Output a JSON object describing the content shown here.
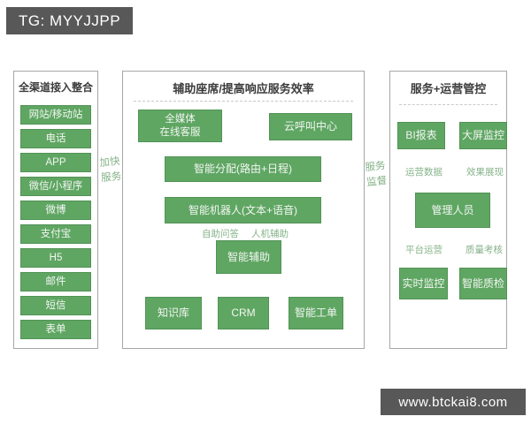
{
  "badges": {
    "top_left": "TG: MYYJJPP",
    "bottom_right": "www.btckai8.com"
  },
  "colors": {
    "node_green": "#5fa663",
    "label_green": "#85b289",
    "badge_gray": "#585858",
    "panel_border": "#a6a6a6",
    "header_text": "#3c3c3c"
  },
  "left_panel": {
    "title": "全渠道接入整合",
    "items": [
      "网站/移动站",
      "电话",
      "APP",
      "微信/小程序",
      "微博",
      "支付宝",
      "H5",
      "邮件",
      "短信",
      "表单"
    ]
  },
  "connectors": {
    "speed_label": "加快\n服务",
    "supervise_label": "服务\n监督"
  },
  "middle_panel": {
    "title": "辅助座席/提高响应服务效率",
    "boxes": {
      "omni_media": "全媒体\n在线客服",
      "cloud_call": "云呼叫中心",
      "smart_routing": "智能分配(路由+日程)",
      "smart_robot": "智能机器人(文本+语音)",
      "smart_assist": "智能辅助",
      "knowledge_base": "知识库",
      "crm": "CRM",
      "smart_ticket": "智能工单"
    },
    "labels": {
      "self_qa": "自助问答",
      "human_assist": "人机辅助"
    }
  },
  "right_panel": {
    "title": "服务+运营管控",
    "boxes": {
      "bi_report": "BI报表",
      "big_screen": "大屏监控",
      "managers": "管理人员",
      "realtime_monitor": "实时监控",
      "smart_qc": "智能质检"
    },
    "labels": {
      "ops_data": "运营数据",
      "effect_display": "效果展现",
      "platform_ops": "平台运营",
      "quality_check": "质量考核"
    }
  }
}
